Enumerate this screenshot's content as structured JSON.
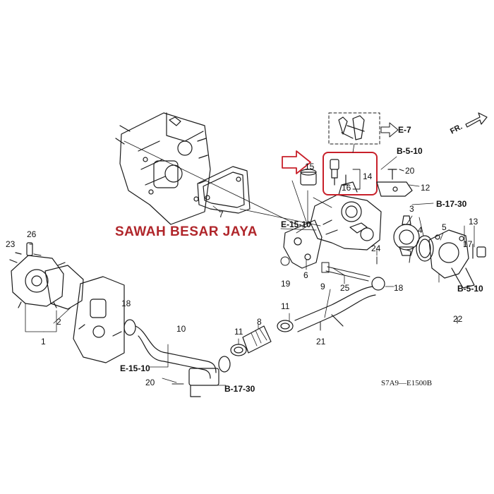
{
  "watermark": "SAWAH BESAR JAYA",
  "diagram_code": "S7A9—E1500B",
  "direction_label": "FR.",
  "part_numbers": {
    "p1": "1",
    "p2": "2",
    "p3": "3",
    "p4": "4",
    "p5": "5",
    "p6": "6",
    "p7": "7",
    "p8": "8",
    "p9": "9",
    "p10": "10",
    "p11a": "11",
    "p11b": "11",
    "p12": "12",
    "p13": "13",
    "p14": "14",
    "p15": "15",
    "p16": "16",
    "p17": "17",
    "p18a": "18",
    "p18b": "18",
    "p19": "19",
    "p20a": "20",
    "p20b": "20",
    "p21": "21",
    "p22": "22",
    "p23": "23",
    "p24": "24",
    "p25": "25",
    "p26": "26"
  },
  "references": {
    "e7": "E-7",
    "b510_top": "B-5-10",
    "b510_right": "B-5-10",
    "b1730_right": "B-17-30",
    "b1730_bottom": "B-17-30",
    "e1510_mid": "E-15-10",
    "e1510_left": "E-15-10"
  },
  "colors": {
    "highlight": "#c8202a",
    "watermark": "#b0262b",
    "line": "#1a1a1a"
  }
}
